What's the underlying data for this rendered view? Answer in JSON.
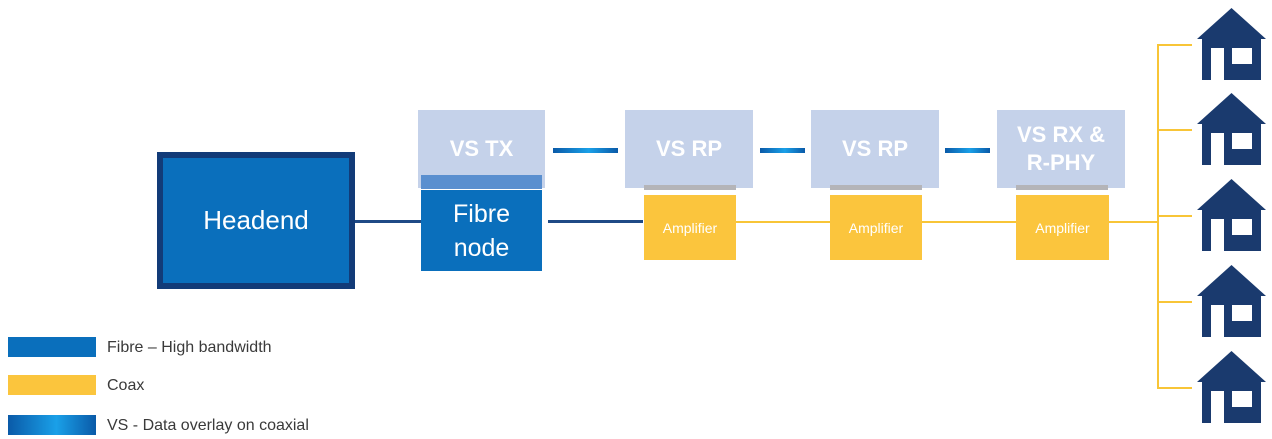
{
  "headend": {
    "label": "Headend"
  },
  "fibre_node": {
    "label": "Fibre node"
  },
  "vs_units": [
    {
      "label": "VS TX"
    },
    {
      "label": "VS RP"
    },
    {
      "label": "VS RP"
    },
    {
      "label": "VS RX & R-PHY"
    }
  ],
  "amplifiers": [
    {
      "label": "Amplifier"
    },
    {
      "label": "Amplifier"
    },
    {
      "label": "Amplifier"
    }
  ],
  "house_count": 5,
  "legend": [
    {
      "label": "Fibre – High bandwidth",
      "color": "#0a6fbc"
    },
    {
      "label": "Coax",
      "color": "#fbc53d"
    },
    {
      "label": "VS - Data overlay on coaxial",
      "color": "#1aa0e8"
    }
  ],
  "colors": {
    "fibre": "#0a6fbc",
    "fibre_line": "#1f4a86",
    "coax": "#f8c537",
    "vs_box": "#c5d2ea",
    "house": "#1a3a6e"
  }
}
